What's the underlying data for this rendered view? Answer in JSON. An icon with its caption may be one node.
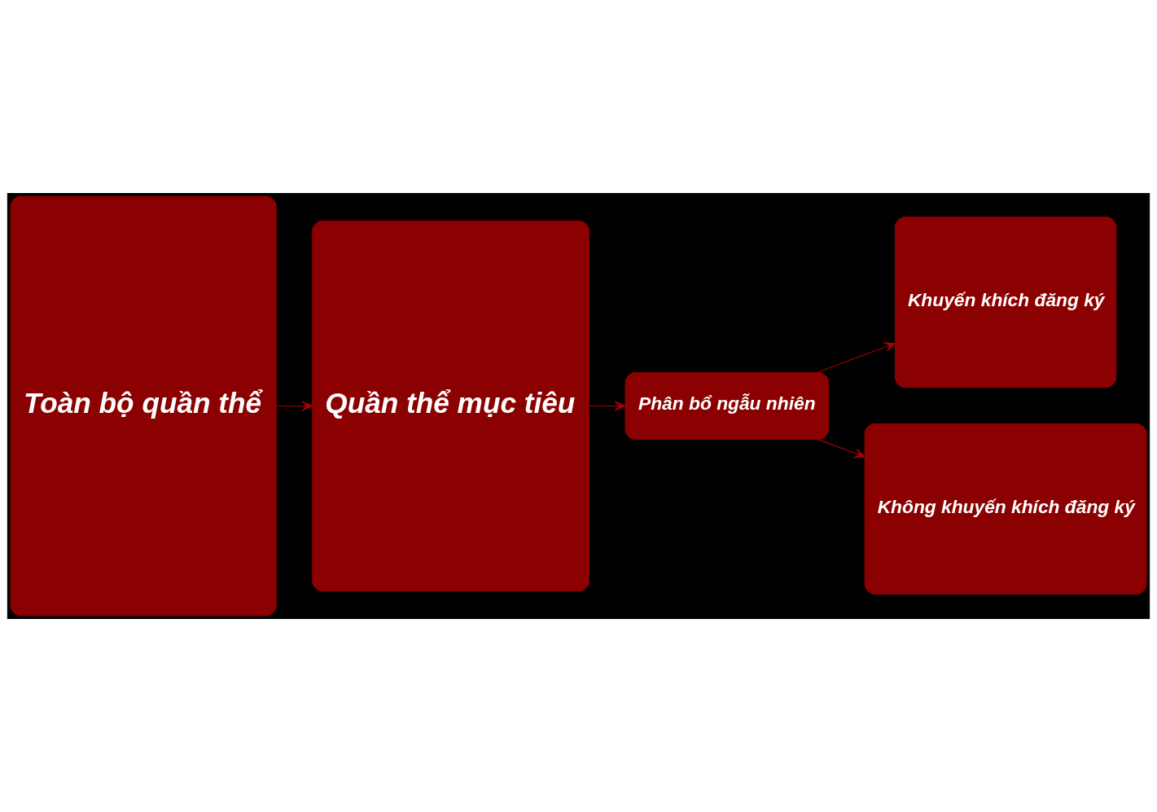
{
  "diagram": {
    "nodes": [
      {
        "text": [
          "Toàn bộ quần thể"
        ]
      },
      {
        "text": [
          "Quần thể mục tiêu"
        ]
      },
      {
        "text": [
          "Phân bổ ngẫu nhiên"
        ]
      },
      {
        "text": [
          "Khuyến khích đăng ký"
        ]
      },
      {
        "text": [
          "Không khuyến khích đăng ký"
        ]
      }
    ],
    "edges": [
      {
        "from": 0,
        "to": 1,
        "arrow": "to"
      },
      {
        "from": 1,
        "to": 2,
        "arrow": "to"
      },
      {
        "from": 2,
        "to": 3,
        "arrow": "to"
      },
      {
        "from": 2,
        "to": 4,
        "arrow": "to"
      }
    ]
  }
}
